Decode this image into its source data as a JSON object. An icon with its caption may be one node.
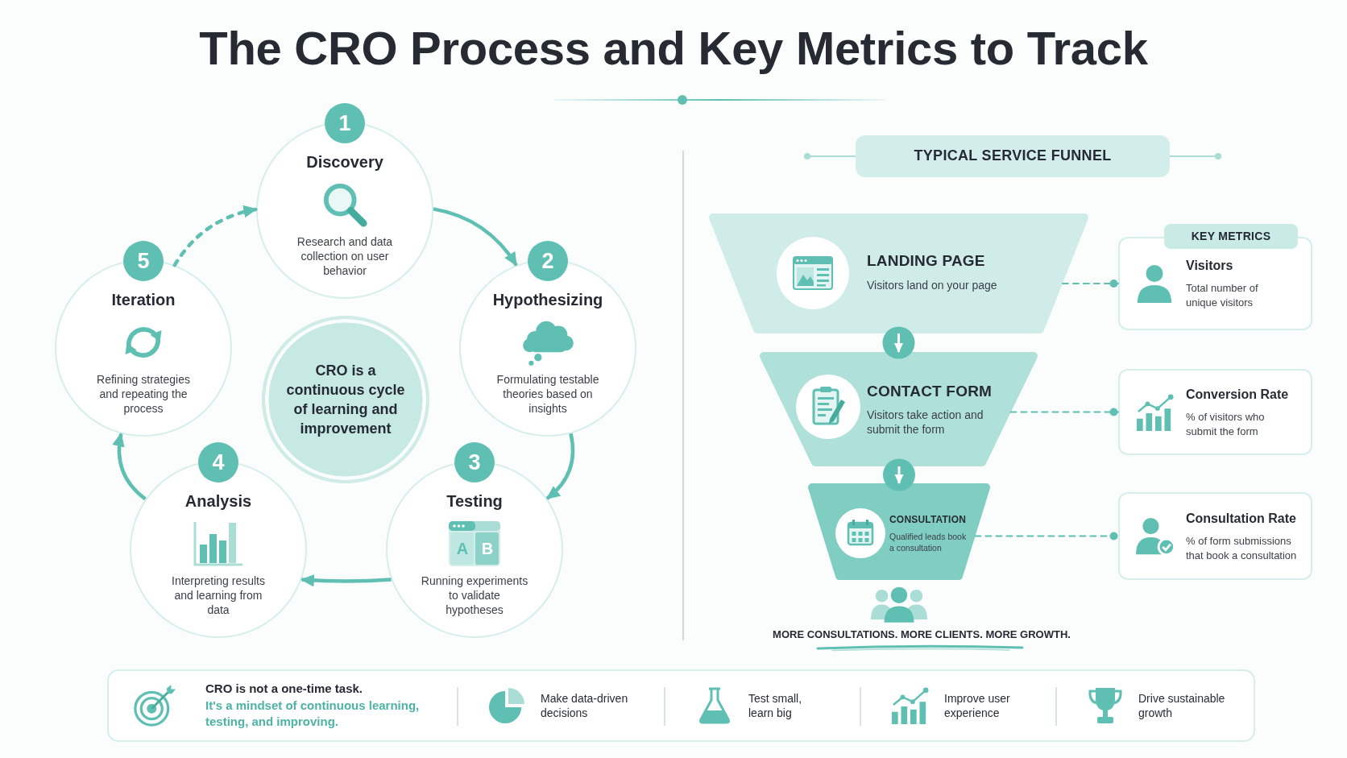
{
  "diagram": {
    "title": "The CRO Process and Key Metrics to Track",
    "nodes": [
      {
        "text": [
          "1"
        ]
      },
      {
        "text": [
          "Discovery",
          "Research and data collection on user behavior"
        ]
      },
      {
        "text": [
          "2"
        ]
      },
      {
        "text": [
          "Hypothesizing",
          "Formulating testable theories based on insights"
        ]
      },
      {
        "text": [
          "3"
        ]
      },
      {
        "text": [
          "Testing",
          "Running experiments to validate hypotheses"
        ]
      },
      {
        "text": [
          "4"
        ]
      },
      {
        "text": [
          "Analysis",
          "Interpreting results and learning from data"
        ]
      },
      {
        "text": [
          "5"
        ]
      },
      {
        "text": [
          "Iteration",
          "Refining strategies and repeating the process"
        ]
      },
      {
        "text": [
          "CRO is a continuous cycle of learning and improvement"
        ]
      },
      {
        "text": [
          "TYPICAL SERVICE FUNNEL"
        ]
      },
      {
        "text": [
          "LANDING PAGE",
          "Visitors land on your page"
        ]
      },
      {
        "text": [
          "CONTACT FORM",
          "Visitors take action and submit the form"
        ]
      },
      {
        "text": [
          "CONSULTATION",
          "Qualified leads book a consultation"
        ]
      },
      {
        "text": [
          "KEY METRICS"
        ]
      },
      {
        "text": [
          "Visitors",
          "Total number of unique visitors"
        ]
      },
      {
        "text": [
          "Conversion Rate",
          "% of visitors who submit the form"
        ]
      },
      {
        "text": [
          "Consultation Rate",
          "% of form submissions that book a consultation"
        ]
      },
      {
        "text": [
          "CRO is not a one-time task.",
          "It's a mindset of continuous learning, testing, and improving.",
          "Make data-driven decisions",
          "Test small, learn big",
          "Improve user experience",
          "Drive sustainable growth"
        ]
      }
    ],
    "edges": [
      {
        "from": 1,
        "to": 3,
        "arrow": "to"
      },
      {
        "from": 3,
        "to": 5,
        "arrow": "to"
      },
      {
        "from": 5,
        "to": 7,
        "arrow": "to"
      },
      {
        "from": 7,
        "to": 9,
        "arrow": "to"
      },
      {
        "from": 9,
        "to": 1,
        "arrow": "to",
        "style": "dashed"
      },
      {
        "from": 12,
        "to": 13,
        "arrow": "to",
        "color": "#ffffff"
      },
      {
        "from": 13,
        "to": 14,
        "arrow": "to",
        "color": "#ffffff"
      },
      {
        "from": 12,
        "to": 16,
        "arrow": "other",
        "style": "dashed"
      },
      {
        "from": 13,
        "to": 17,
        "arrow": "other",
        "style": "dashed"
      },
      {
        "from": 14,
        "to": 18,
        "arrow": "other",
        "style": "dashed"
      }
    ],
    "labels": [
      "A",
      "B",
      "MORE CONSULTATIONS. MORE CLIENTS. MORE GROWTH."
    ]
  }
}
